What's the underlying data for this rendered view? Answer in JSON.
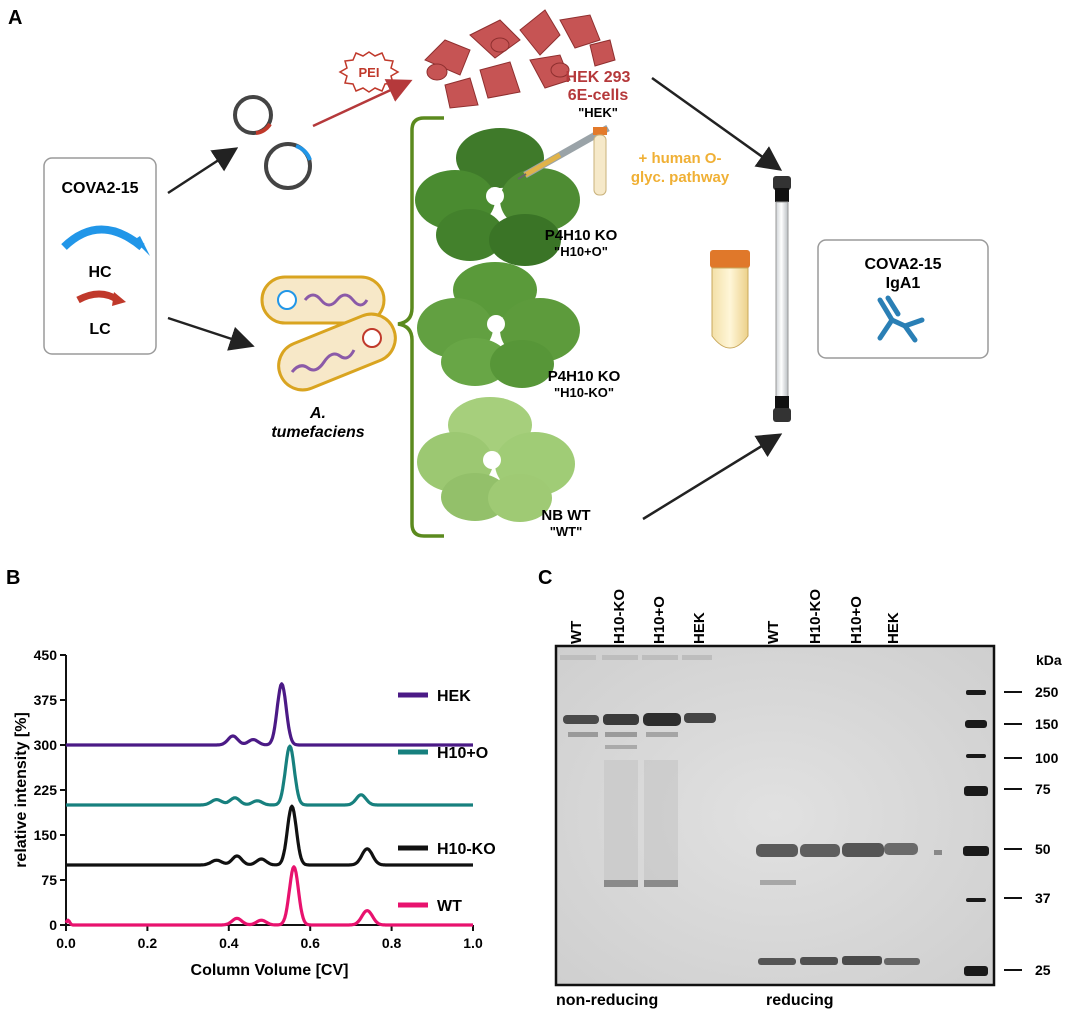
{
  "panel_a": {
    "label": "A",
    "construct_box": {
      "title": "COVA2-15",
      "hc": "HC",
      "lc": "LC"
    },
    "pei": "PEI",
    "hek_label": [
      "HEK 293",
      "6E-cells",
      "\"HEK\""
    ],
    "human_pathway": [
      "+ human O-",
      "glyc. pathway"
    ],
    "plants": [
      {
        "name": "P4H10 KO",
        "tag": "\"H10+O\""
      },
      {
        "name": "P4H10 KO",
        "tag": "\"H10-KO\""
      },
      {
        "name": "NB WT",
        "tag": "\"WT\""
      }
    ],
    "agro": [
      "A.",
      "tumefaciens"
    ],
    "product_box": [
      "COVA2-15",
      "IgA1"
    ],
    "colors": {
      "hc_arrow": "#2196e8",
      "lc_arrow": "#c0392b",
      "hek_text": "#b5393b",
      "pathway_text": "#f0b035",
      "bracket": "#5b8a1e",
      "antibody": "#2a7fb5"
    }
  },
  "panel_b": {
    "label": "B",
    "chart_data": {
      "type": "line",
      "xlabel": "Column Volume [CV]",
      "ylabel": "relative intensity [%]",
      "xlim": [
        0.0,
        1.0
      ],
      "ylim": [
        0,
        450
      ],
      "xticks": [
        "0.0",
        "0.2",
        "0.4",
        "0.6",
        "0.8",
        "1.0"
      ],
      "yticks": [
        "0",
        "75",
        "150",
        "225",
        "300",
        "375",
        "450"
      ],
      "series": [
        {
          "name": "HEK",
          "color": "#4b1a86",
          "offset": 300,
          "peaks": [
            [
              0.41,
              15,
              0.012
            ],
            [
              0.46,
              9,
              0.012
            ],
            [
              0.53,
              102,
              0.011
            ]
          ]
        },
        {
          "name": "H10+O",
          "color": "#17807e",
          "offset": 200,
          "peaks": [
            [
              0.37,
              9,
              0.013
            ],
            [
              0.415,
              12,
              0.012
            ],
            [
              0.47,
              7,
              0.012
            ],
            [
              0.55,
              98,
              0.011
            ],
            [
              0.725,
              17,
              0.012
            ]
          ]
        },
        {
          "name": "H10-KO",
          "color": "#111111",
          "offset": 100,
          "peaks": [
            [
              0.37,
              8,
              0.013
            ],
            [
              0.42,
              15,
              0.012
            ],
            [
              0.48,
              10,
              0.012
            ],
            [
              0.555,
              98,
              0.011
            ],
            [
              0.74,
              27,
              0.013
            ]
          ]
        },
        {
          "name": "WT",
          "color": "#e8126e",
          "offset": 0,
          "peaks": [
            [
              0.005,
              8,
              0.004
            ],
            [
              0.42,
              11,
              0.012
            ],
            [
              0.48,
              8,
              0.012
            ],
            [
              0.56,
              97,
              0.011
            ],
            [
              0.74,
              24,
              0.013
            ]
          ]
        }
      ]
    }
  },
  "panel_c": {
    "label": "C",
    "lanes_nonreducing": [
      "WT",
      "H10-KO",
      "H10+O",
      "HEK"
    ],
    "lanes_reducing": [
      "WT",
      "H10-KO",
      "H10+O",
      "HEK"
    ],
    "kda_label": "kDa",
    "markers": [
      "250",
      "150",
      "100",
      "75",
      "50",
      "37",
      "25"
    ],
    "bottom_labels": [
      "non-reducing",
      "reducing"
    ]
  }
}
